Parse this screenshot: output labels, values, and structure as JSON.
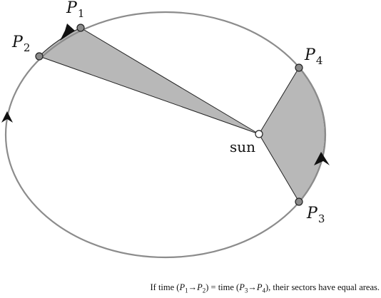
{
  "labels": {
    "p1": {
      "letter": "P",
      "sub": "1"
    },
    "p2": {
      "letter": "P",
      "sub": "2"
    },
    "p3": {
      "letter": "P",
      "sub": "3"
    },
    "p4": {
      "letter": "P",
      "sub": "4"
    },
    "sun": "sun"
  },
  "caption": {
    "prefix": "If time (",
    "p1": "P",
    "p1_sub": "1",
    "arrow1": "→",
    "p2": "P",
    "p2_sub": "2",
    "mid": ") = time (",
    "p3": "P",
    "p3_sub": "3",
    "arrow2": "→",
    "p4": "P",
    "p4_sub": "4",
    "suffix": "), their sectors have equal areas."
  },
  "colors": {
    "orbit": "#8c8c8c",
    "sector_fill": "#b8b8b8",
    "planet_fill": "#8a8a8a",
    "sun_fill": "#ffffff",
    "stroke": "#222222"
  }
}
